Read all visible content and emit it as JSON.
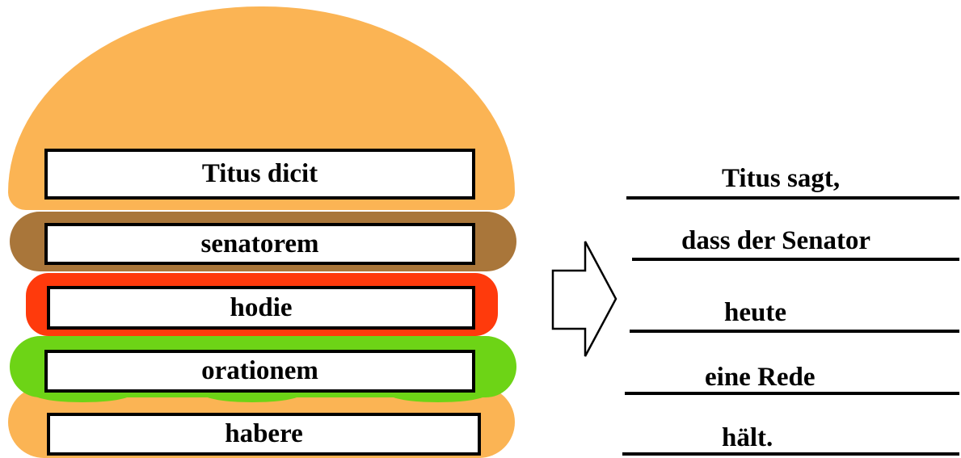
{
  "burger": {
    "layers": [
      "bun-top",
      "meat",
      "tomato",
      "lettuce",
      "bun-bottom"
    ],
    "colors": {
      "bun": "#fbb454",
      "meat": "#a9763a",
      "tomato": "#ff3a0c",
      "lettuce": "#6dd416"
    }
  },
  "latin_words": [
    "Titus dicit",
    "senatorem",
    "hodie",
    "orationem",
    "habere"
  ],
  "arrow": "right-arrow-icon",
  "german_translation": [
    "Titus sagt,",
    "dass der Senator",
    "heute",
    "eine Rede",
    "hält."
  ]
}
